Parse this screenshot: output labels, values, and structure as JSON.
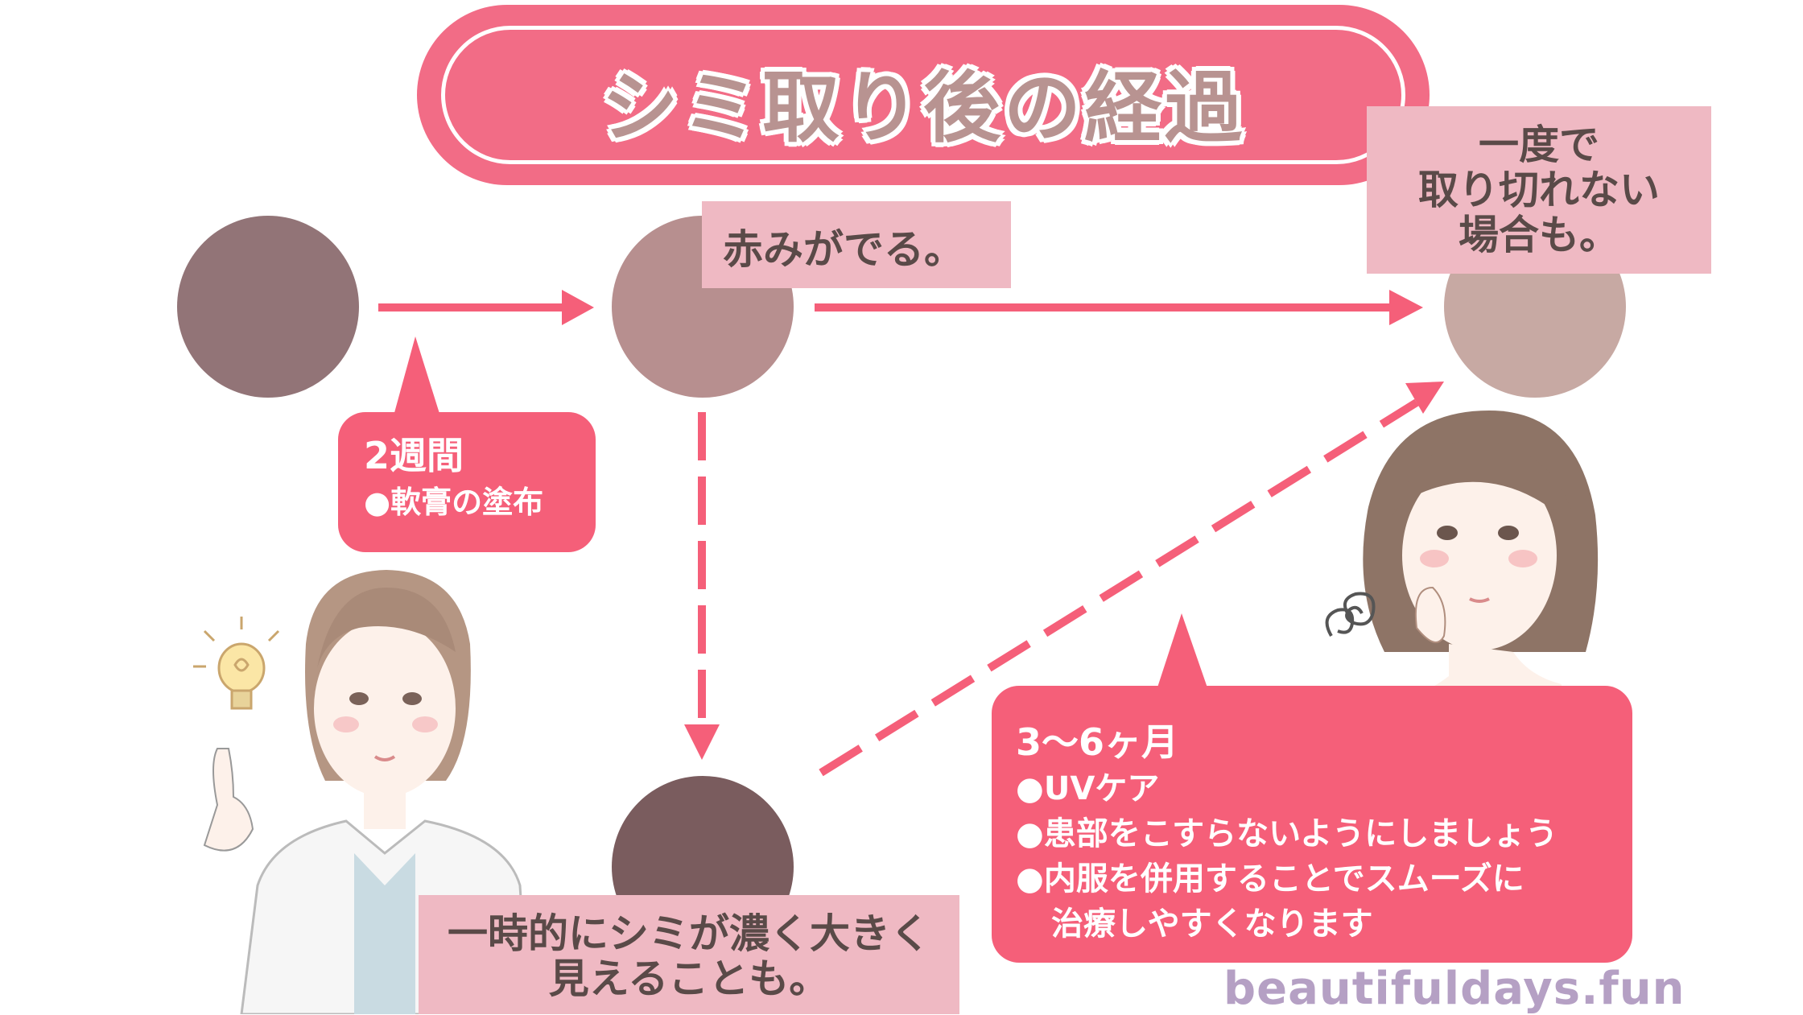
{
  "title": "シミ取り後の経過",
  "notes": {
    "redness": "赤みがでる。",
    "partial": [
      "一度で",
      "取り切れない",
      "場合も。"
    ],
    "darker": [
      "一時的にシミが濃く大きく",
      "見えることも。"
    ]
  },
  "callout_2weeks": {
    "duration": "2週間",
    "items": [
      "●軟膏の塗布"
    ]
  },
  "callout_3to6": {
    "duration": "3〜6ヶ月",
    "items": [
      "●UVケア",
      "●患部をこすらないようにしましょう",
      "●内服を併用することでスムーズに",
      "治療しやすくなります"
    ]
  },
  "footer": "beautifuldays.fun",
  "colors": {
    "accent": "#f55f79",
    "title_pill": "#f26c86",
    "note_bg": "#efb9c3",
    "footer": "#b5a0c4",
    "spot_initial": "#927477",
    "spot_redness": "#b78f8f",
    "spot_faded": "#c7a9a3",
    "spot_darker": "#7a5c5e"
  },
  "icons": [
    "lightbulb-icon",
    "swirl-thought-icon"
  ]
}
